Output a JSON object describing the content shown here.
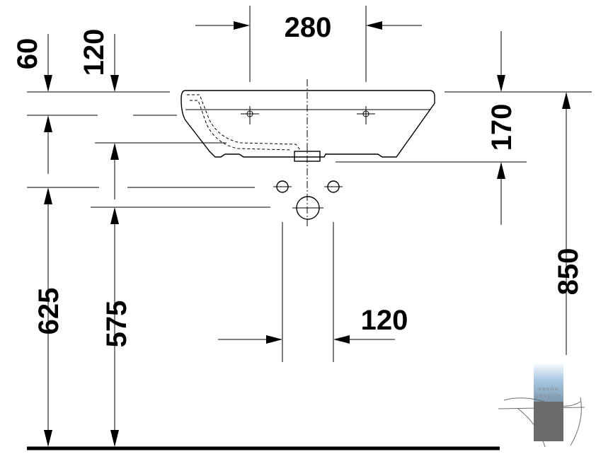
{
  "dimensions": {
    "hole_spacing_top": "280",
    "rim_to_top": "60",
    "tap_hole_height": "120",
    "basin_depth": "170",
    "waste_height": "625",
    "fixing_height": "575",
    "drain_spacing": "120",
    "rim_height": "850"
  },
  "watermark": {
    "line1": "vannu",
    "line2": "passule"
  },
  "colors": {
    "line": "#000000",
    "background": "#ffffff",
    "watermark_light": "#a9c9e4",
    "watermark_dark": "#6b6b6b"
  }
}
